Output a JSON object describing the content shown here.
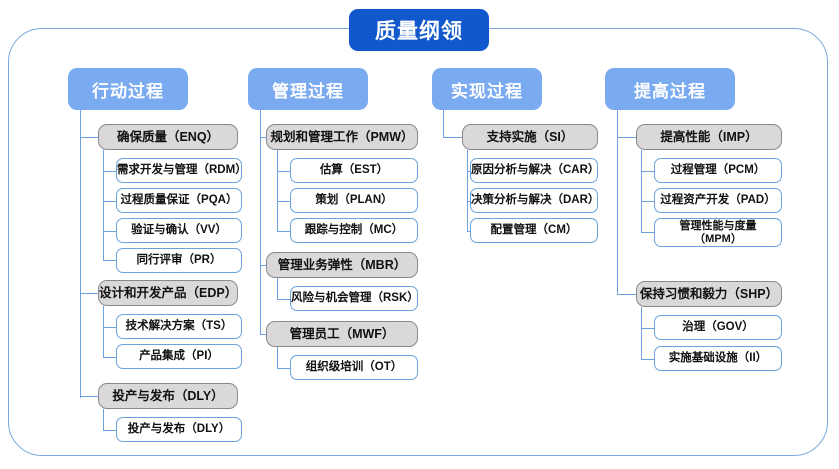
{
  "diagram": {
    "title": "质量纲领",
    "columns": [
      {
        "header": "行动过程",
        "groups": [
          {
            "label": "确保质量（ENQ）",
            "children": [
              "需求开发与管理（RDM）",
              "过程质量保证（PQA）",
              "验证与确认（VV）",
              "同行评审（PR）"
            ]
          },
          {
            "label": "设计和开发产品（EDP）",
            "children": [
              "技术解决方案（TS）",
              "产品集成（PI）"
            ]
          },
          {
            "label": "投产与发布（DLY）",
            "children": [
              "投产与发布（DLY）"
            ]
          }
        ]
      },
      {
        "header": "管理过程",
        "groups": [
          {
            "label": "规划和管理工作（PMW）",
            "children": [
              "估算（EST）",
              "策划（PLAN）",
              "跟踪与控制（MC）"
            ]
          },
          {
            "label": "管理业务弹性（MBR）",
            "children": [
              "风险与机会管理（RSK）"
            ]
          },
          {
            "label": "管理员工（MWF）",
            "children": [
              "组织级培训（OT）"
            ]
          }
        ]
      },
      {
        "header": "实现过程",
        "groups": [
          {
            "label": "支持实施（SI）",
            "children": [
              "原因分析与解决（CAR）",
              "决策分析与解决（DAR）",
              "配置管理（CM）"
            ]
          }
        ]
      },
      {
        "header": "提高过程",
        "groups": [
          {
            "label": "提高性能（IMP）",
            "children": [
              "过程管理（PCM）",
              "过程资产开发（PAD）",
              "管理性能与度量\n（MPM）"
            ]
          },
          {
            "label": "保持习惯和毅力（SHP）",
            "children": [
              "治理（GOV）",
              "实施基础设施（II）"
            ]
          }
        ]
      }
    ],
    "colors": {
      "title_fill": "#1158cc",
      "header_fill": "#7aaaf0",
      "group_fill": "#d9d9d9",
      "group_border": "#8a8a8a",
      "leaf_border": "#6ba1dd",
      "connector": "#6ba1dd",
      "frame_border": "#7aa7e0",
      "text": "#111111"
    }
  }
}
